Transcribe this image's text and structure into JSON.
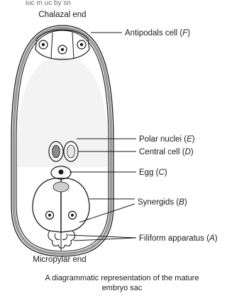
{
  "header_fragment": "iuc m uc by sn",
  "labels": {
    "chalazal_end": "Chalazal end",
    "antipodals": "Antipodals cell",
    "antipodals_letter": "F",
    "polar_nuclei": "Polar nuclei",
    "polar_nuclei_letter": "E",
    "central_cell": "Central cell",
    "central_cell_letter": "D",
    "egg": "Egg",
    "egg_letter": "C",
    "synergids": "Synergids",
    "synergids_letter": "B",
    "filiform": "Filiform apparatus",
    "filiform_letter": "A",
    "micropylar_end": "Micropylar end"
  },
  "caption": {
    "line1": "A diagrammatic representation of the mature",
    "line2": "embryo sac"
  }
}
